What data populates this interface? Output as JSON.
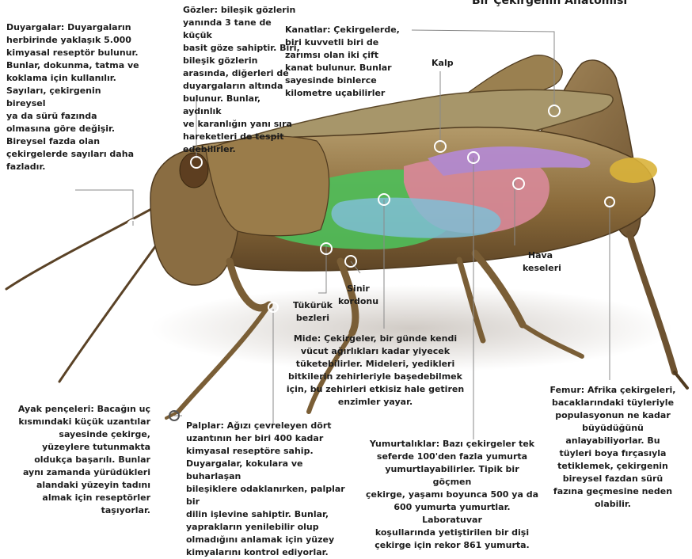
{
  "title": "Bir Çekirgenin Anatomisi",
  "labels": {
    "antennae": "Duyargalar: Duyargaların\nherbirinde yaklaşık 5.000\nkimyasal reseptör bulunur.\nBunlar, dokunma, tatma ve\nkoklama için kullanılır.\nSayıları, çekirgenin bireysel\nya da sürü fazında\nolmasına göre değişir.\nBireysel fazda olan\nçekirgelerde sayıları daha\nfazladır.",
    "eyes": "Gözler: bileşik gözlerin\nyanında 3 tane de küçük\nbasit göze sahiptir. Biri,\nbileşik gözlerin\narasında, diğerleri de\nduyargaların altında\nbulunur. Bunlar, aydınlık\nve karanlığın yanı sıra\nhareketleri de tespit\nedebilirler.",
    "wings": "Kanatlar: Çekirgelerde,\nbiri kuvvetli biri de\nzarımsı olan iki çift\nkanat bulunur. Bunlar\nsayesinde binlerce\nkilometre uçabilirler",
    "heart": "Kalp",
    "air_sacs": "Hava\nkeseleri",
    "nerve_cord": "Sinir\nkordonu",
    "salivary_glands": "Tükürük\nbezleri",
    "stomach": "Mide: Çekirgeler, bir günde kendi\nvücut ağırlıkları kadar yiyecek\ntüketebilirler. Mideleri, yedikleri\nbitkilerin zehirleriyle başedebilmek\niçin, bu zehirleri etkisiz hale getiren\nenzimler yayar.",
    "claws": "Ayak pençeleri: Bacağın uç\nkısmındaki küçük uzantılar\nsayesinde çekirge,\nyüzeylere tutunmakta\noldukça başarılı. Bunlar\naynı zamanda yürüdükleri\nalandaki yüzeyin tadını\nalmak için reseptörler\ntaşıyorlar.",
    "palps": "Palplar: Ağızı çevreleyen dört\nuzantının her biri 400 kadar\nkimyasal reseptöre sahip.\nDuyargalar, kokulara ve buharlaşan\nbileşiklere odaklanırken, palplar bir\ndilin işlevine sahiptir. Bunlar,\nyaprakların yenilebilir olup\nolmadığını anlamak için yüzey\nkimyalarını kontrol ediyorlar.",
    "ovaries": "Yumurtalıklar: Bazı çekirgeler tek\nseferde 100'den fazla yumurta\nyumurtlayabilirler. Tipik bir göçmen\nçekirge, yaşamı boyunca 500 ya da\n600 yumurta yumurtlar. Laboratuvar\nkoşullarında yetiştirilen bir dişi\nçekirge için rekor 861 yumurta.",
    "femur": "Femur: Afrika çekirgeleri,\nbacaklarındaki tüyleriyle\npopulasyonun ne kadar\nbüyüdüğünü\nanlayabiliyorlar. Bu\ntüyleri boya fırçasıyla\ntetiklemek, çekirgenin\nbireysel fazdan sürü\nfazına geçmesine neden\nolabilir."
  },
  "colors": {
    "text": "#1c1c1c",
    "leader_line": "#8a8a8a",
    "body_brown": "#8a6a3a",
    "organ_green": "#4fbf5a",
    "organ_pink": "#d98a9a",
    "organ_blue": "#7fc8e6",
    "organ_purple": "#b58ad6",
    "wing_olive": "#a7966a"
  }
}
